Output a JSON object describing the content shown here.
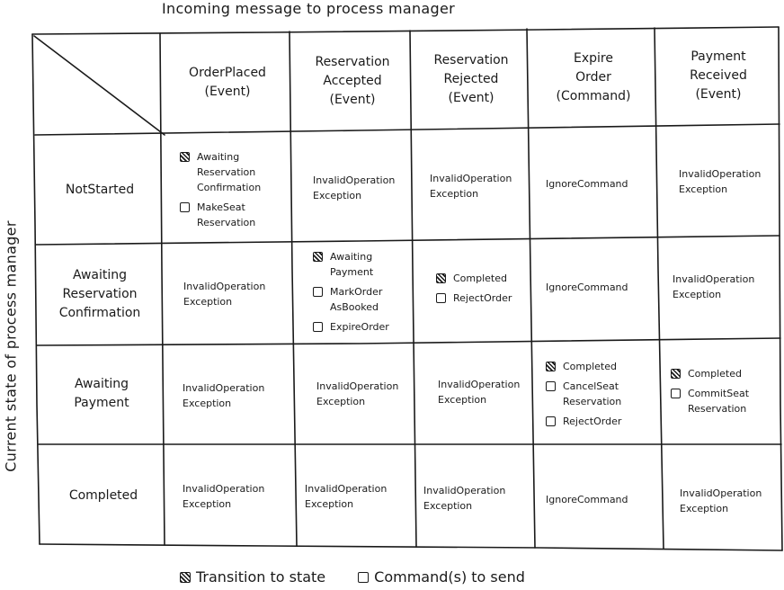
{
  "top_caption": "Incoming message to process manager",
  "side_caption": "Current state of process manager",
  "columns": [
    "OrderPlaced\n(Event)",
    "Reservation\nAccepted\n(Event)",
    "Reservation\nRejected\n(Event)",
    "Expire\nOrder\n(Command)",
    "Payment\nReceived\n(Event)"
  ],
  "rows": [
    "NotStarted",
    "Awaiting\nReservation\nConfirmation",
    "Awaiting\nPayment",
    "Completed"
  ],
  "cells": [
    [
      {
        "items": [
          {
            "kind": "state",
            "text": "Awaiting\nReservation\nConfirmation"
          },
          {
            "kind": "command",
            "text": "MakeSeat\nReservation"
          }
        ]
      },
      {
        "text": "InvalidOperation\nException"
      },
      {
        "text": "InvalidOperation\nException"
      },
      {
        "text": "IgnoreCommand"
      },
      {
        "text": "InvalidOperation\nException"
      }
    ],
    [
      {
        "text": "InvalidOperation\nException"
      },
      {
        "items": [
          {
            "kind": "state",
            "text": "Awaiting\nPayment"
          },
          {
            "kind": "command",
            "text": "MarkOrder\nAsBooked"
          },
          {
            "kind": "command",
            "text": "ExpireOrder"
          }
        ]
      },
      {
        "items": [
          {
            "kind": "state",
            "text": "Completed"
          },
          {
            "kind": "command",
            "text": "RejectOrder"
          }
        ]
      },
      {
        "text": "IgnoreCommand"
      },
      {
        "text": "InvalidOperation\nException"
      }
    ],
    [
      {
        "text": "InvalidOperation\nException"
      },
      {
        "text": "InvalidOperation\nException"
      },
      {
        "text": "InvalidOperation\nException"
      },
      {
        "items": [
          {
            "kind": "state",
            "text": "Completed"
          },
          {
            "kind": "command",
            "text": "CancelSeat\nReservation"
          },
          {
            "kind": "command",
            "text": "RejectOrder"
          }
        ]
      },
      {
        "items": [
          {
            "kind": "state",
            "text": "Completed"
          },
          {
            "kind": "command",
            "text": "CommitSeat\nReservation"
          }
        ]
      }
    ],
    [
      {
        "text": "InvalidOperation\nException"
      },
      {
        "text": "InvalidOperation\nException"
      },
      {
        "text": "InvalidOperation\nException"
      },
      {
        "text": "IgnoreCommand"
      },
      {
        "text": "InvalidOperation\nException"
      }
    ]
  ],
  "legend": {
    "state_label": "Transition to state",
    "command_label": "Command(s) to send"
  },
  "colors": {
    "ink": "#1a1a1a",
    "background": "#ffffff"
  }
}
